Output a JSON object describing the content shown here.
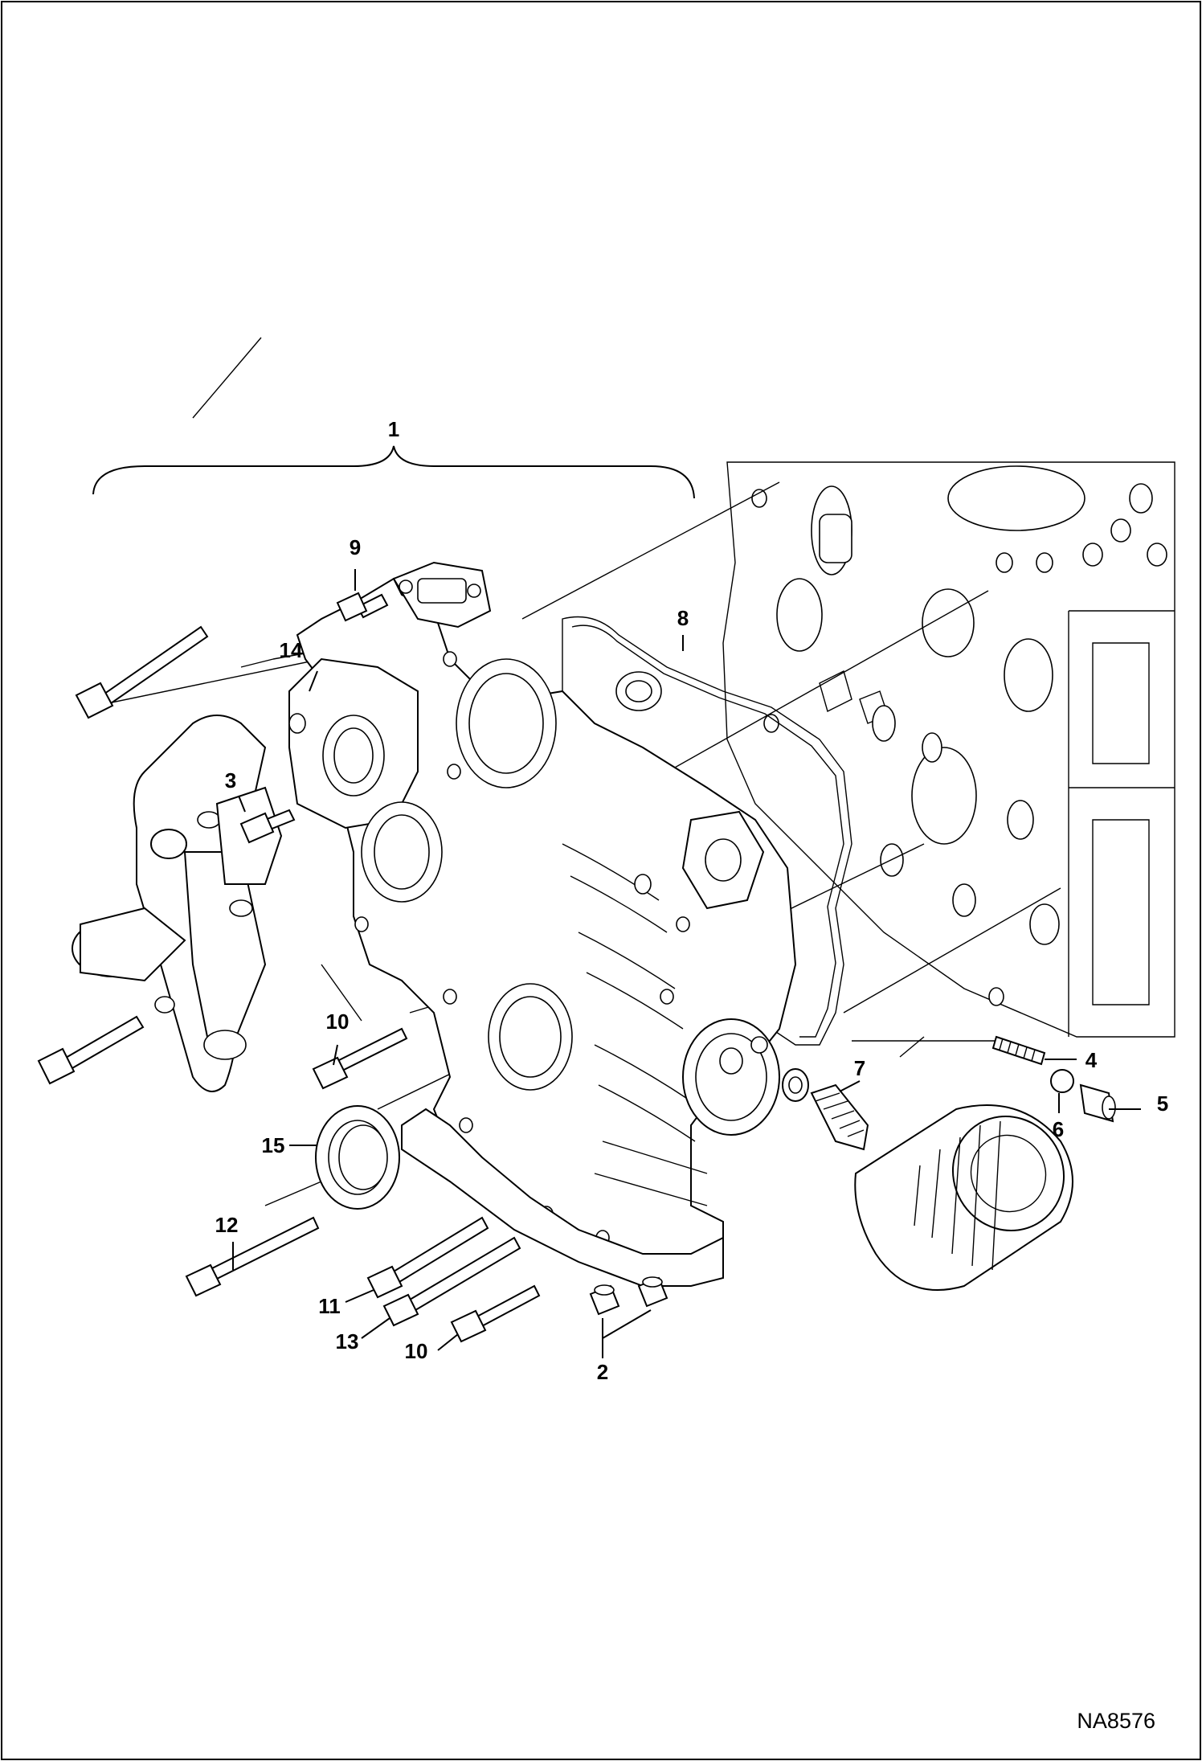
{
  "callouts": {
    "c1": "1",
    "c2": "2",
    "c3": "3",
    "c4": "4",
    "c5": "5",
    "c6": "6",
    "c7": "7",
    "c8": "8",
    "c9": "9",
    "c10a": "10",
    "c10b": "10",
    "c11": "11",
    "c12": "12",
    "c13": "13",
    "c14": "14",
    "c15": "15"
  },
  "figure_id": "NA8576"
}
